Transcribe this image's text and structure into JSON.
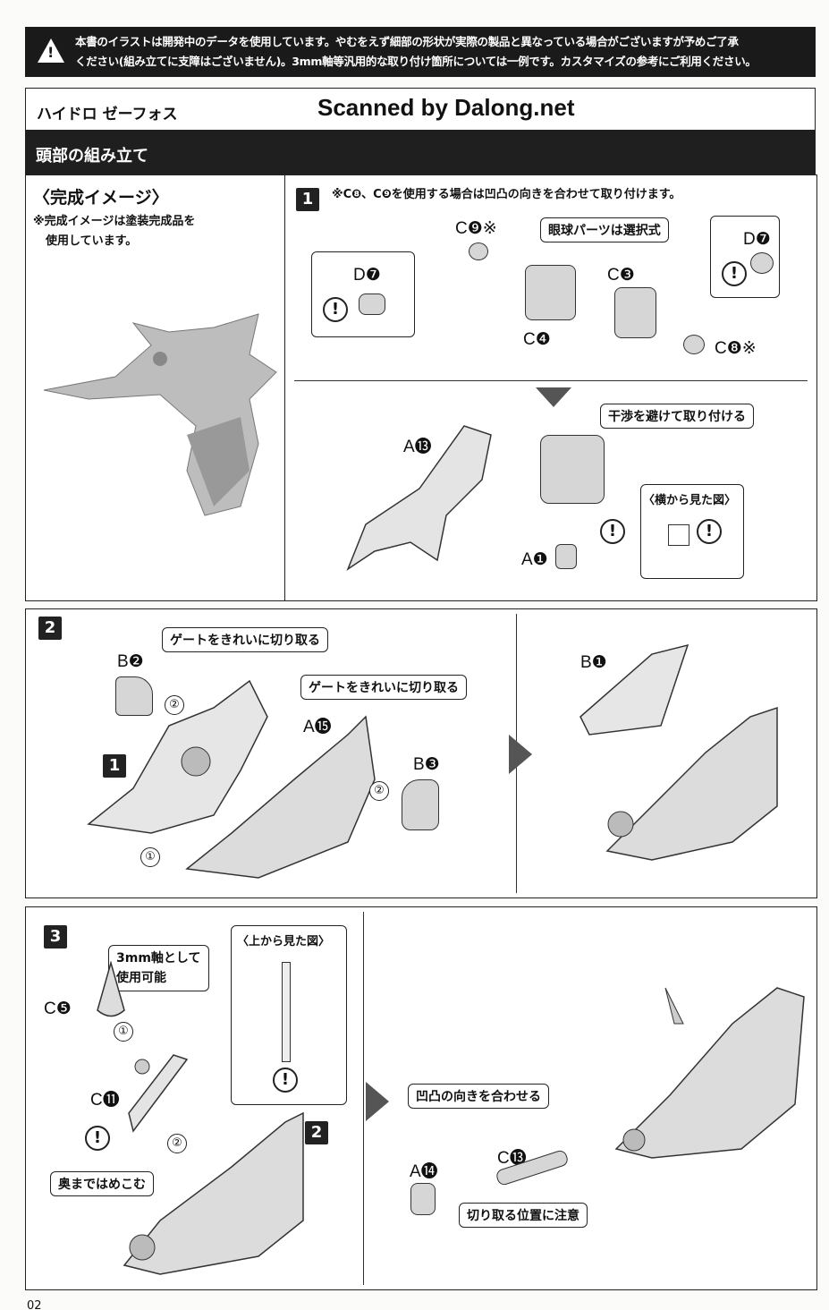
{
  "warning": {
    "icon": "warning-triangle-icon",
    "line1": "本書のイラストは開発中のデータを使用しています。やむをえず細部の形状が実際の製品と異なっている場合がございますが予めご了承",
    "line2": "ください(組み立てに支障はございません)。3mm軸等汎用的な取り付け箇所については一例です。カスタマイズの参考にご利用ください。"
  },
  "header": {
    "product": "ハイドロ ゼーフォス",
    "scan_credit": "Scanned by Dalong.net"
  },
  "section": {
    "title": "頭部の組み立て"
  },
  "complete": {
    "title": "〈完成イメージ〉",
    "note1": "※完成イメージは塗装完成品を",
    "note2": "使用しています。"
  },
  "step1": {
    "number": "1",
    "note": "※C❽、C❾を使用する場合は凹凸の向きを合わせて取り付けます。",
    "c9": "C❾※",
    "eyeball": "眼球パーツは選択式",
    "d7_left": "D❼",
    "d7_right": "D❼",
    "c3": "C❸",
    "c4": "C❹",
    "c8": "C❽※",
    "avoid": "干渉を避けて取り付ける",
    "a13": "A⓭",
    "side_view": "〈横から見た図〉",
    "a1": "A❶",
    "excl": "!"
  },
  "step2": {
    "number": "2",
    "b2": "B❷",
    "gate1": "ゲートをきれいに切り取る",
    "gate2": "ゲートをきれいに切り取る",
    "a15": "A⓯",
    "b3": "B❸",
    "ref_step": "1",
    "order1": "①",
    "order2a": "②",
    "order2b": "②",
    "b1": "B❶"
  },
  "step3": {
    "number": "3",
    "c5": "C❺",
    "axis_line1": "3mm軸として",
    "axis_line2": "使用可能",
    "top_view": "〈上から見た図〉",
    "c11": "C⓫",
    "order1": "①",
    "order2": "②",
    "push": "奥まではめこむ",
    "ref_step": "2",
    "align": "凹凸の向きを合わせる",
    "c13": "C⓭",
    "a14": "A⓮",
    "cut": "切り取る位置に注意",
    "excl": "!"
  },
  "footer": {
    "page": "02"
  }
}
